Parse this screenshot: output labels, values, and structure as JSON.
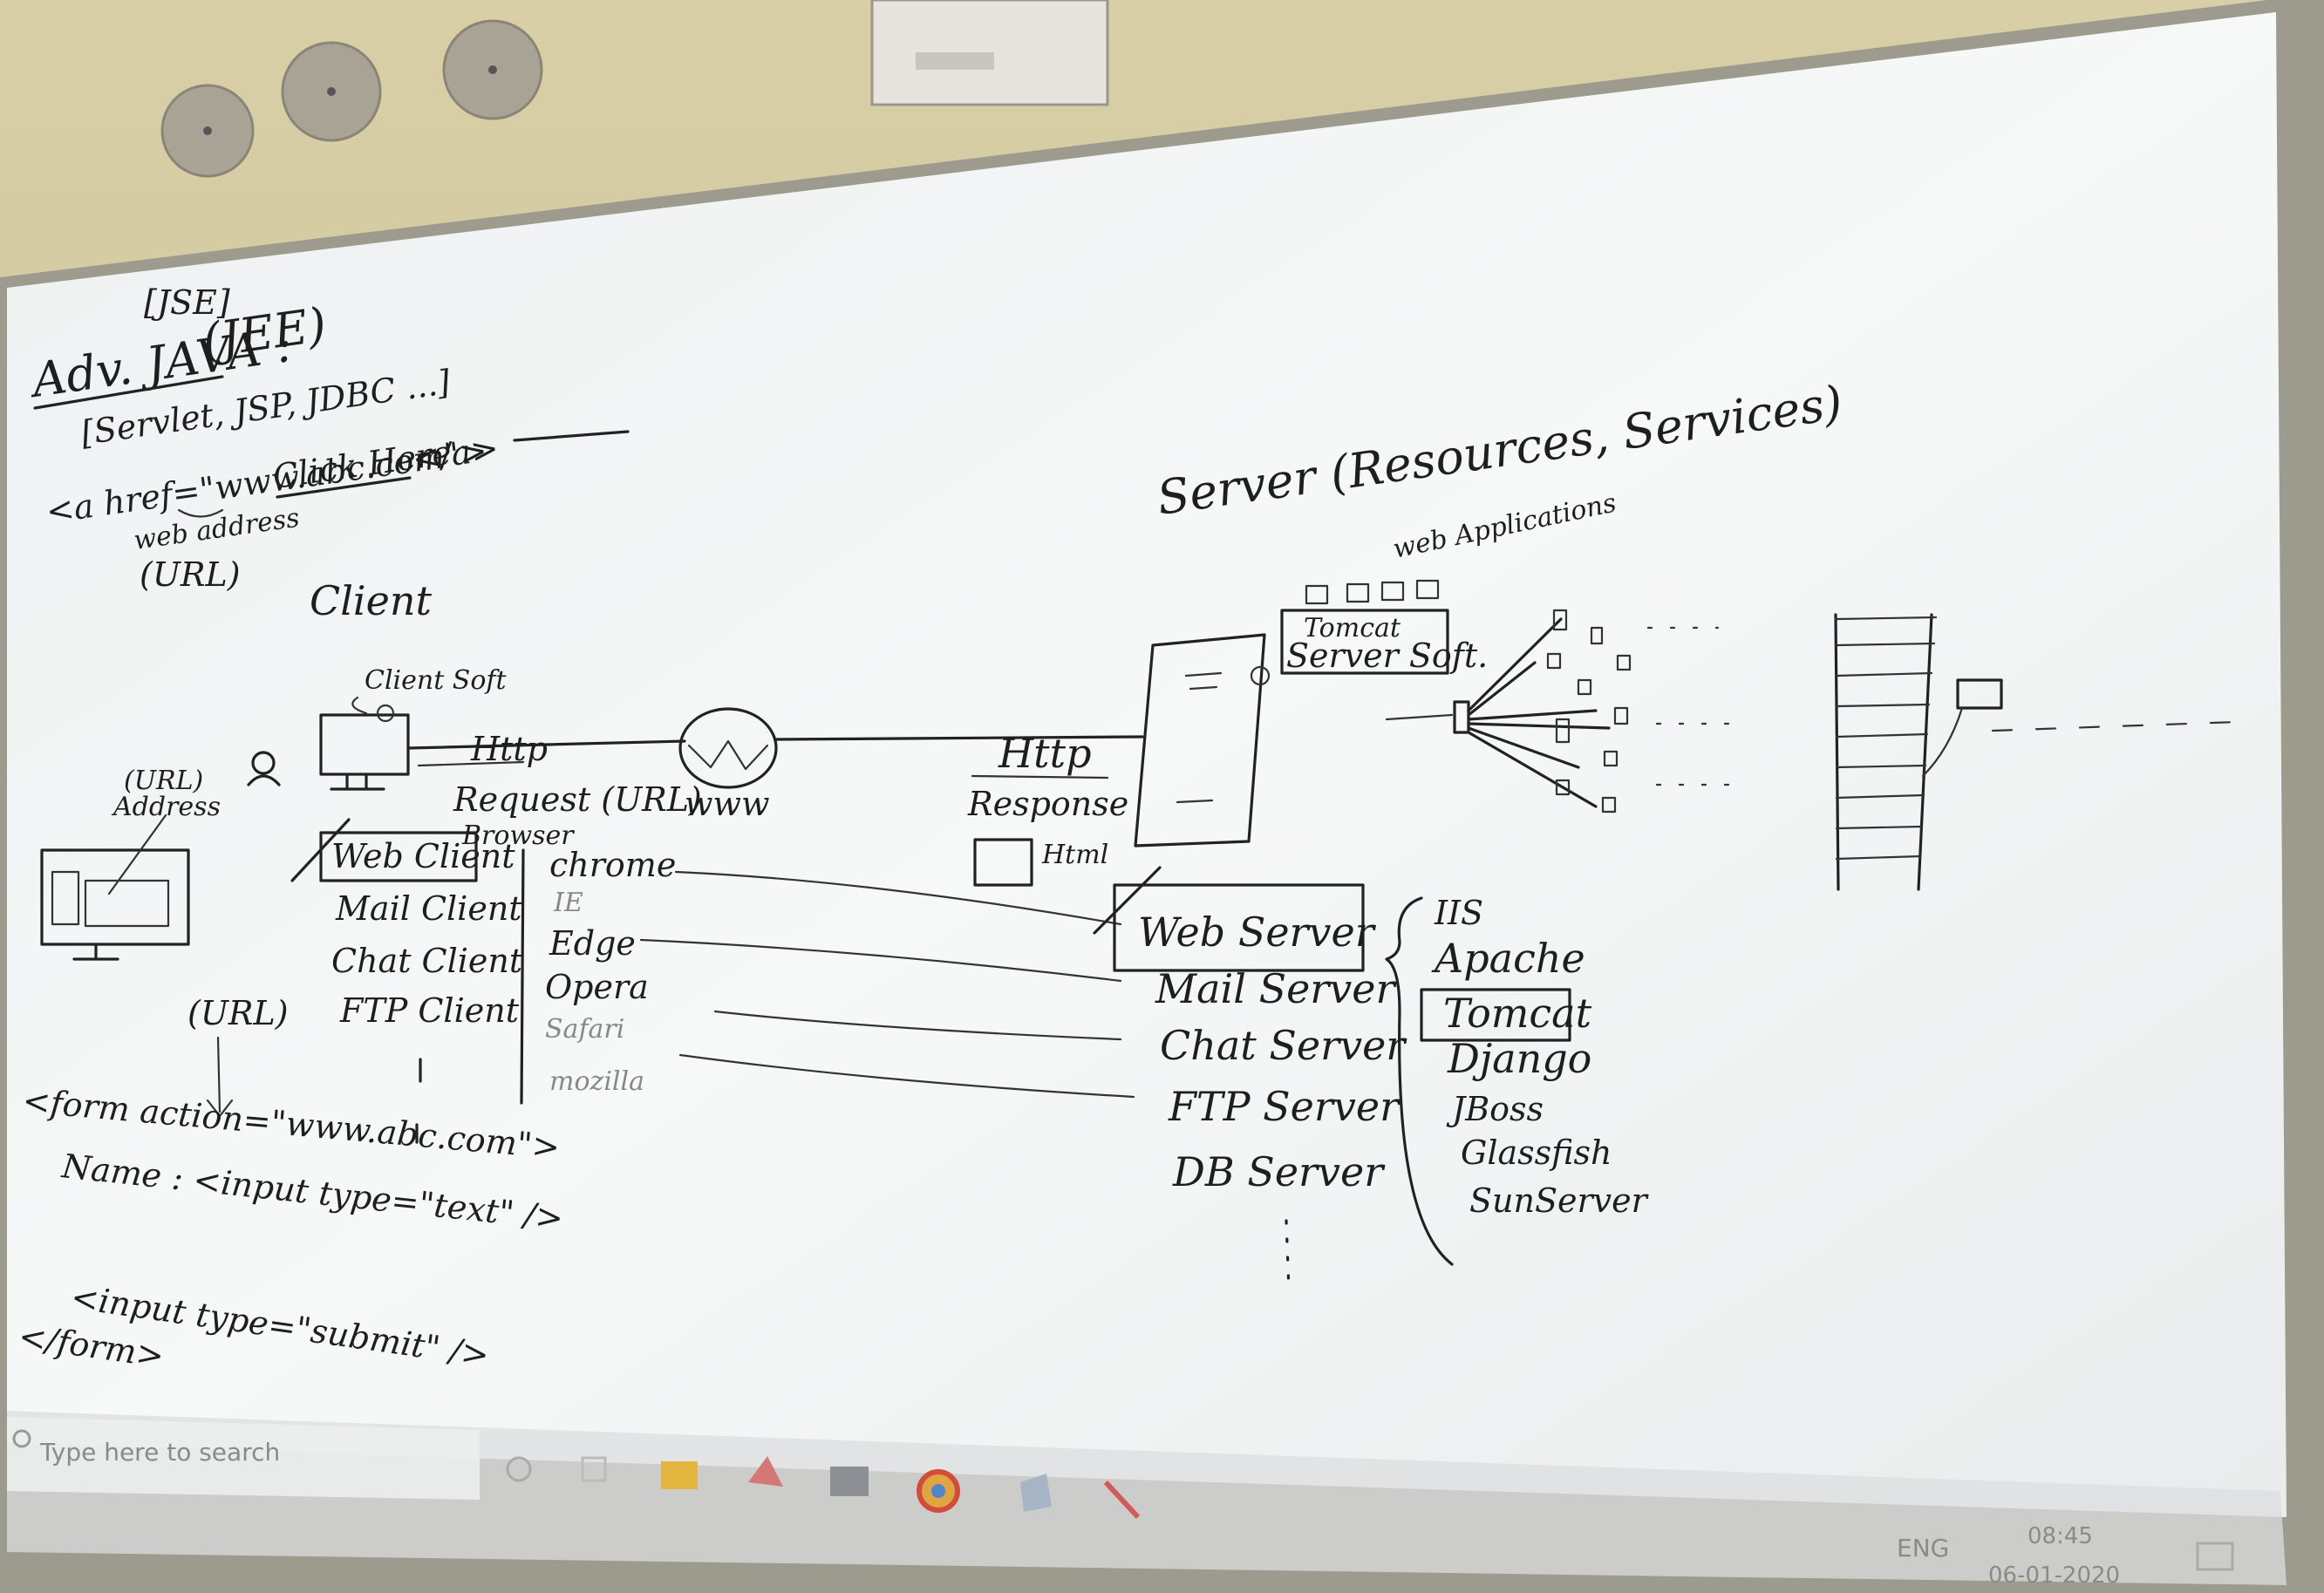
{
  "heading": {
    "jse": "[JSE]",
    "adv_java": "Adv. JAVA :",
    "jee": "(JEE)",
    "subtitle": "[Servlet, JSP, JDBC ...]"
  },
  "anchor_example": {
    "code": "<a href=\"www.abc.com\">",
    "click": "Click Here",
    "close": "</a>",
    "web_address": "web address",
    "url": "(URL)"
  },
  "client": {
    "title": "Client",
    "client_soft": "Client Soft",
    "address": "Address",
    "url": "(URL)",
    "types": [
      "Web Client",
      "Mail Client",
      "Chat Client",
      "FTP Client"
    ],
    "browser_label": "Browser",
    "browsers": [
      "chrome",
      "IE",
      "Edge",
      "Opera",
      "Safari",
      "mozilla"
    ]
  },
  "network": {
    "http_request": "Http",
    "request": "Request (URL)",
    "www": "www",
    "http_response": "Http",
    "response": "Response",
    "html": "Html"
  },
  "server": {
    "title": "Server (Resources, Services)",
    "web_applications": "web Applications",
    "tomcat_box": "Tomcat",
    "server_soft": "Server Soft.",
    "types": [
      "Web Server",
      "Mail Server",
      "Chat Server",
      "FTP Server",
      "DB Server"
    ],
    "web_servers": [
      "IIS",
      "Apache",
      "Tomcat",
      "Django",
      "JBoss",
      "Glassfish",
      "SunServer"
    ]
  },
  "form_example": {
    "url": "(URL)",
    "form_open": "<form action=\"www.abc.com\">",
    "name_input": "Name : <input type=\"text\" />",
    "submit_input": "<input type=\"submit\" />",
    "form_close": "</form>"
  },
  "taskbar": {
    "search_placeholder": "Type here to search",
    "language": "ENG",
    "time": "08:45",
    "date": "06-01-2020"
  }
}
